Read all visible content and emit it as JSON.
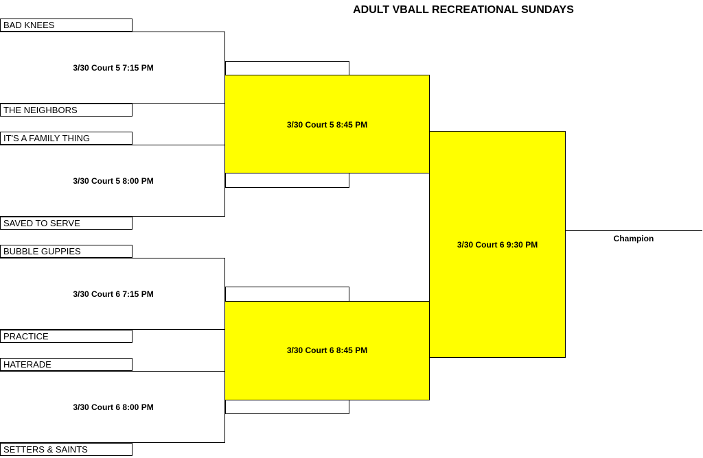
{
  "title": "ADULT VBALL RECREATIONAL SUNDAYS",
  "teams": [
    "BAD KNEES",
    "THE NEIGHBORS",
    "IT'S A FAMILY THING",
    "SAVED TO SERVE",
    "BUBBLE GUPPIES",
    "PRACTICE",
    "HATERADE",
    "SETTERS & SAINTS"
  ],
  "round1": [
    "3/30 Court 5 7:15 PM",
    "3/30 Court 5 8:00 PM",
    "3/30 Court 6 7:15 PM",
    "3/30 Court 6 8:00 PM"
  ],
  "round2": [
    "3/30 Court 5 8:45 PM",
    "3/30 Court 6 8:45 PM"
  ],
  "final": "3/30 Court 6 9:30 PM",
  "champion_label": "Champion",
  "colors": {
    "highlight": "#ffff00",
    "line": "#000000"
  }
}
